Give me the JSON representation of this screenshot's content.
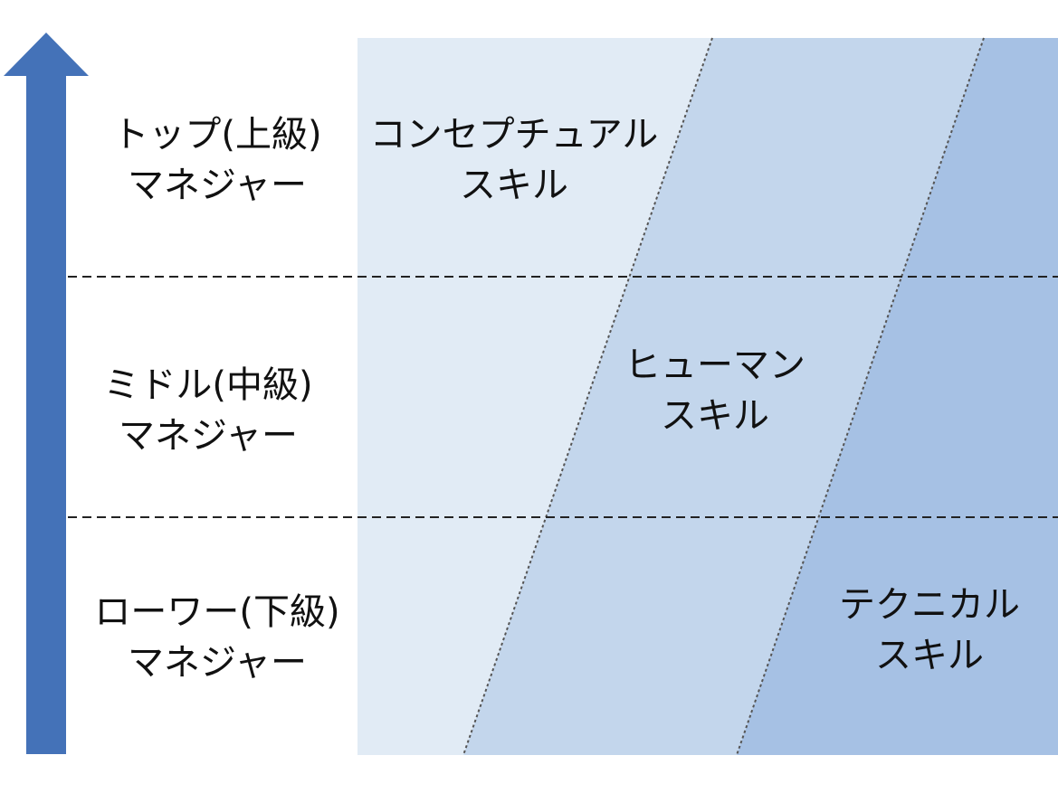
{
  "levels": [
    {
      "line1": "トップ(上級)",
      "line2": "マネジャー"
    },
    {
      "line1": "ミドル(中級)",
      "line2": "マネジャー"
    },
    {
      "line1": "ローワー(下級)",
      "line2": "マネジャー"
    }
  ],
  "skills": [
    {
      "line1": "コンセプチュアル",
      "line2": "スキル"
    },
    {
      "line1": "ヒューマン",
      "line2": "スキル"
    },
    {
      "line1": "テクニカル",
      "line2": "スキル"
    }
  ],
  "colors": {
    "arrow": "#4472b8",
    "region_conceptual": "#e1ebf5",
    "region_human": "#c3d6ec",
    "region_technical": "#a6c1e4",
    "divider": "#222222",
    "text": "#111111"
  }
}
